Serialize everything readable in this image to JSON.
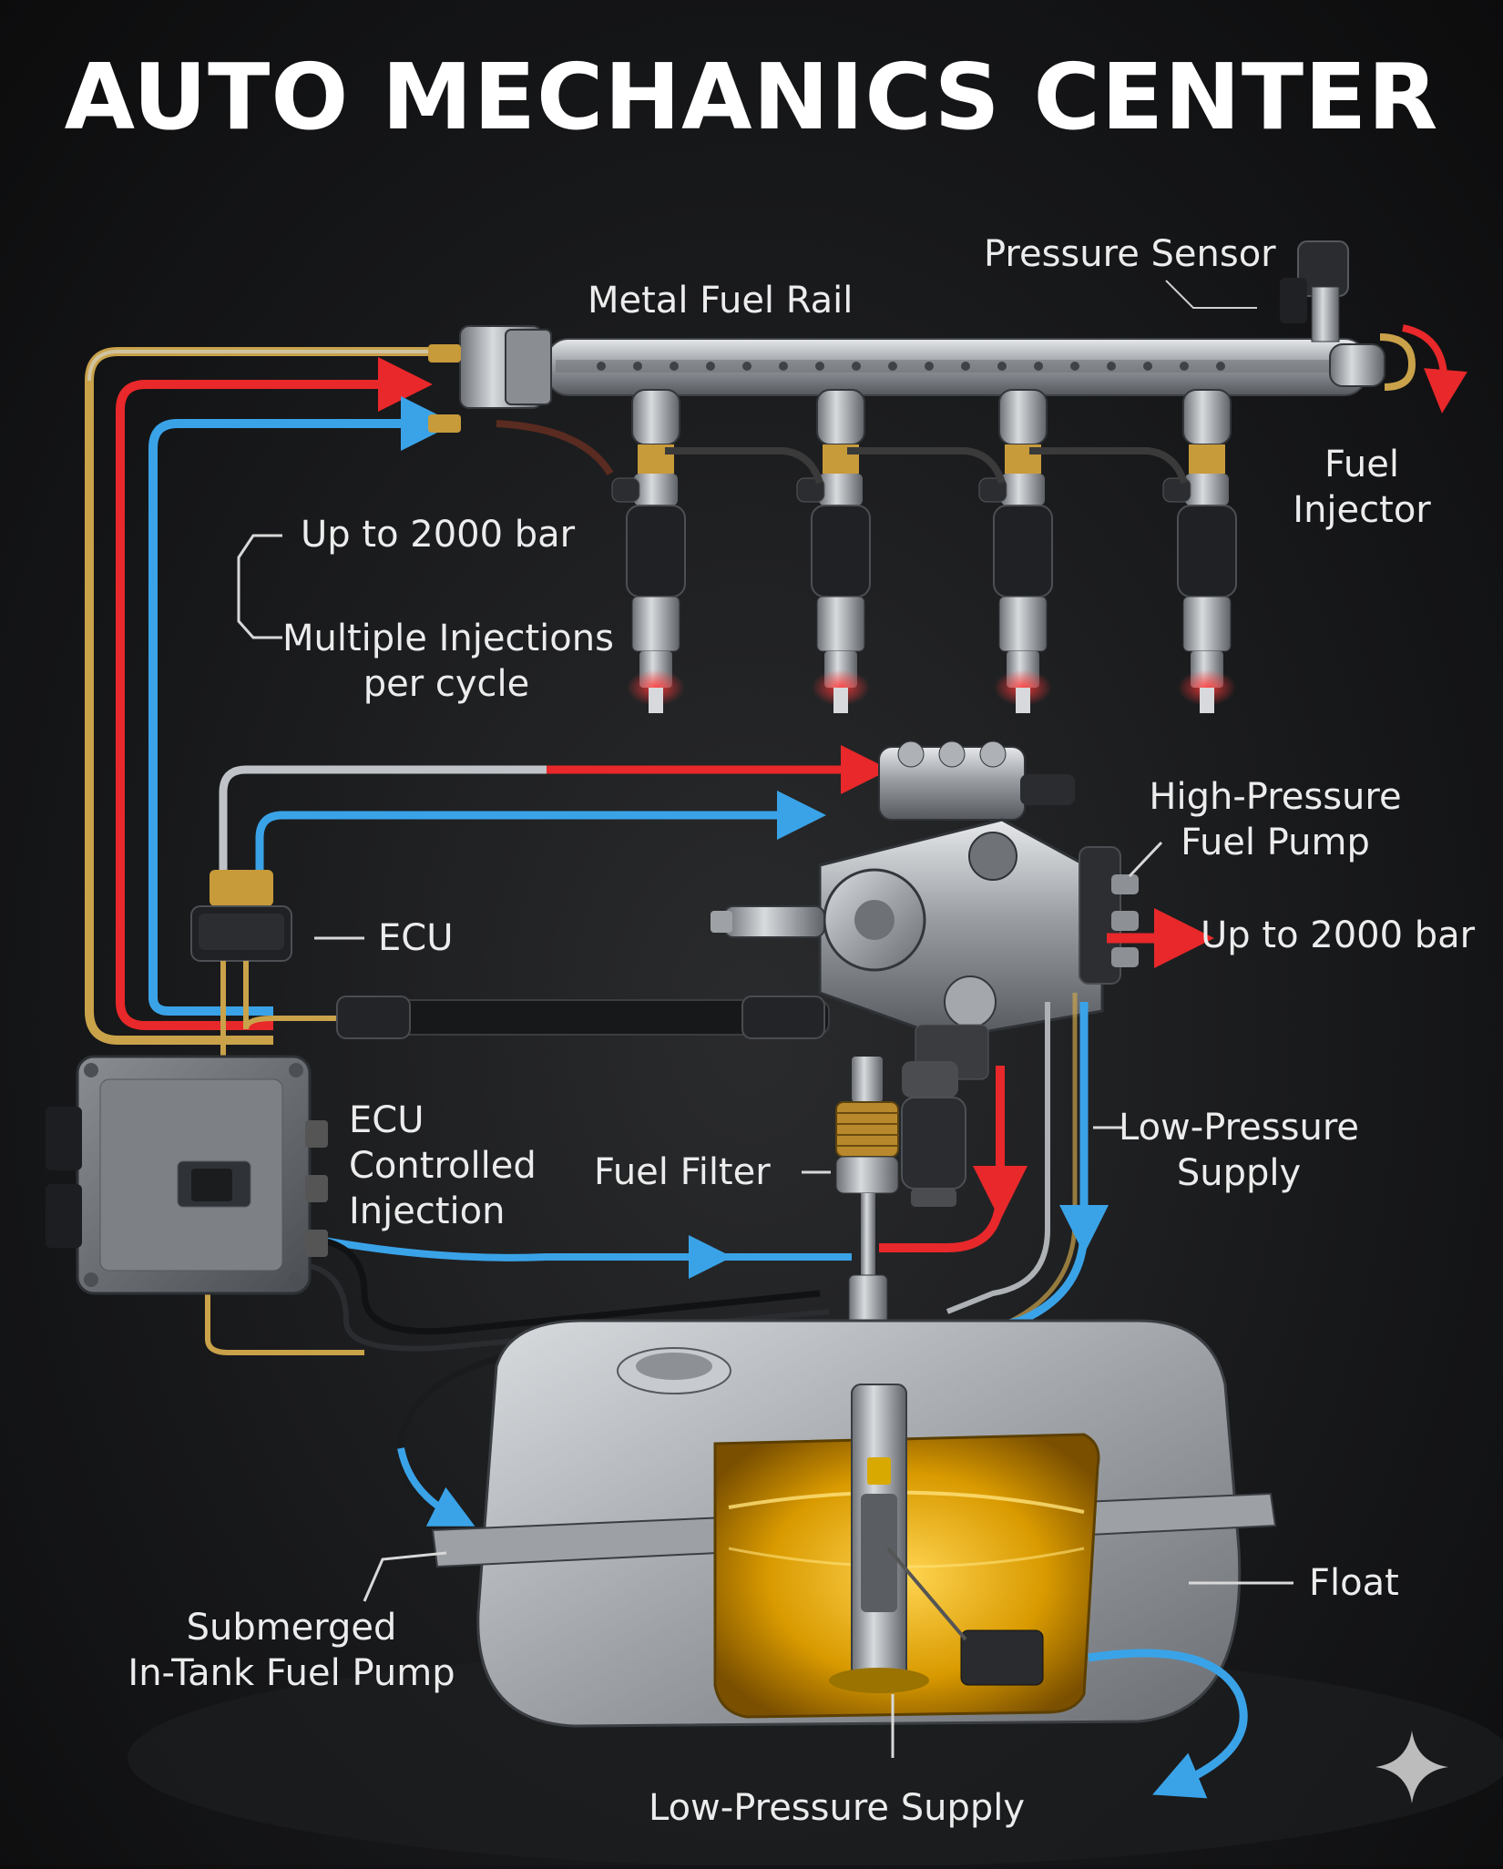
{
  "title": "AUTO MECHANICS CENTER",
  "labels": {
    "pressure_sensor": "Pressure Sensor",
    "metal_fuel_rail": "Metal Fuel Rail",
    "fuel_injector_line1": "Fuel",
    "fuel_injector_line2": "Injector",
    "up_to_2000_bar_rail": "Up to 2000 bar",
    "multiple_injections_line1": "Multiple Injections",
    "multiple_injections_line2": "per cycle",
    "high_pressure_pump_line1": "High-Pressure",
    "high_pressure_pump_line2": "Fuel Pump",
    "ecu_connector": "ECU",
    "up_to_2000_bar_pump": "Up to 2000 bar",
    "ecu_controlled_line1": "ECU",
    "ecu_controlled_line2": "Controlled",
    "ecu_controlled_line3": "Injection",
    "fuel_filter": "Fuel Filter",
    "low_pressure_supply_line1": "Low-Pressure",
    "low_pressure_supply_line2": "Supply",
    "float": "Float",
    "submerged_pump_line1": "Submerged",
    "submerged_pump_line2": "In-Tank Fuel Pump",
    "low_pressure_supply_bottom": "Low-Pressure Supply"
  },
  "colors": {
    "high_pressure": "#e8282a",
    "low_pressure": "#3aa3e8",
    "return_line": "#c9a24a",
    "metal": "#b9bcc0",
    "fuel": "#e0a400",
    "text": "#ececec"
  },
  "icons": {
    "corner_mark": "sparkle-icon"
  }
}
